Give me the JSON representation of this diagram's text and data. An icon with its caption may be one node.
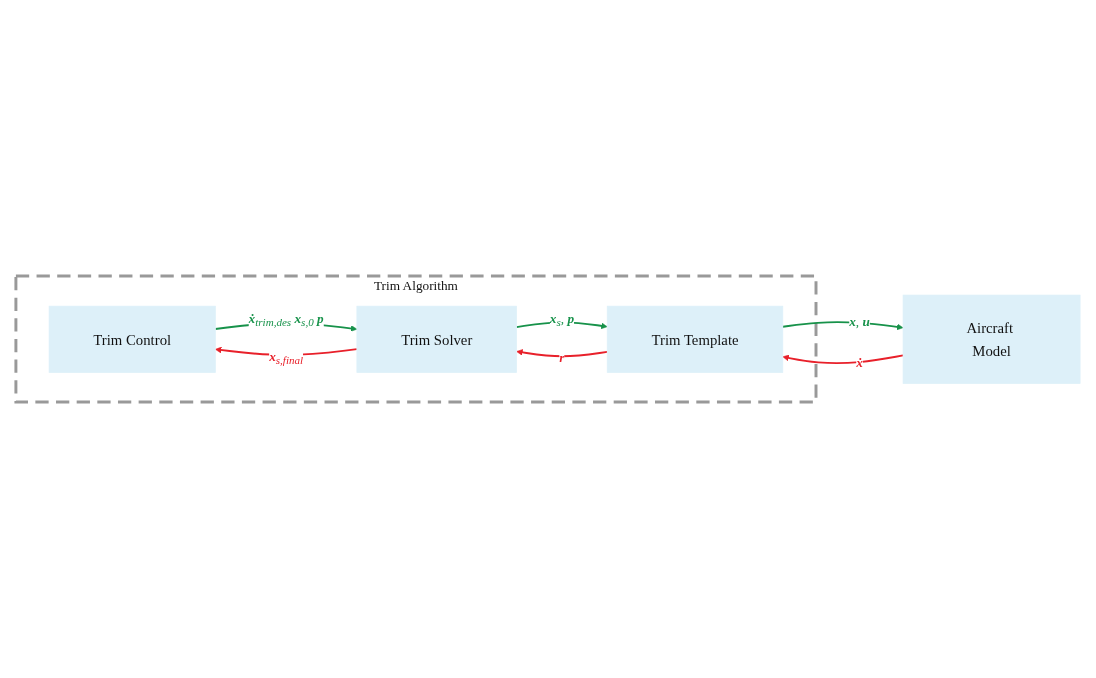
{
  "diagram": {
    "nodes": [
      {
        "text": [
          "Trim Algorithm"
        ]
      },
      {
        "text": [
          "Trim Control"
        ],
        "in": 0
      },
      {
        "text": [
          "Trim Solver"
        ],
        "in": 0
      },
      {
        "text": [
          "Trim Template"
        ],
        "in": 0
      },
      {
        "text": [
          "Aircraft Model"
        ]
      }
    ],
    "edges": [
      {
        "from": 1,
        "to": 2,
        "arrow": "to",
        "label": "**ẋ**$_{trim,des}$ **x**$_{s,0}$ **p**",
        "color": "#17924a"
      },
      {
        "from": 2,
        "to": 1,
        "arrow": "to",
        "label": "**x**$_{s,final}$",
        "color": "#e8202a"
      },
      {
        "from": 2,
        "to": 3,
        "arrow": "to",
        "label": "**x**$_{s}$, **p**",
        "color": "#17924a"
      },
      {
        "from": 3,
        "to": 2,
        "arrow": "to",
        "label": "**r**",
        "color": "#e8202a"
      },
      {
        "from": 3,
        "to": 4,
        "arrow": "to",
        "label": "**x**, **u**",
        "color": "#17924a"
      },
      {
        "from": 4,
        "to": 3,
        "arrow": "to",
        "label": "**ẋ**",
        "color": "#e8202a"
      }
    ]
  }
}
